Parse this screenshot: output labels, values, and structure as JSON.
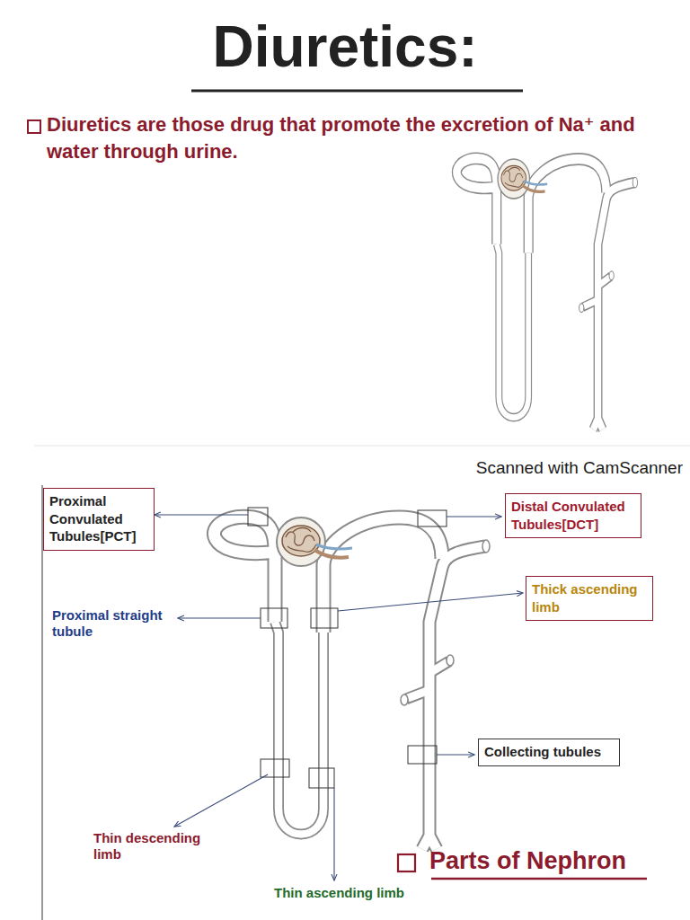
{
  "diagram": {
    "title": "Diuretics:",
    "nodes": [
      {
        "text": [
          "Proximal Convulated Tubules[PCT]"
        ]
      },
      {
        "text": [
          "Distal Convulated Tubules[DCT]"
        ]
      },
      {
        "text": [
          "Thick ascending limb"
        ]
      },
      {
        "text": [
          "Collecting tubules"
        ]
      }
    ],
    "labels": [
      "Diuretics are those drug that promote the excretion of Na⁺ and water through urine.",
      "Scanned with CamScanner",
      "Proximal straight tubule",
      "Thin descending limb",
      "Thin ascending limb",
      "Parts of Nephron"
    ]
  }
}
